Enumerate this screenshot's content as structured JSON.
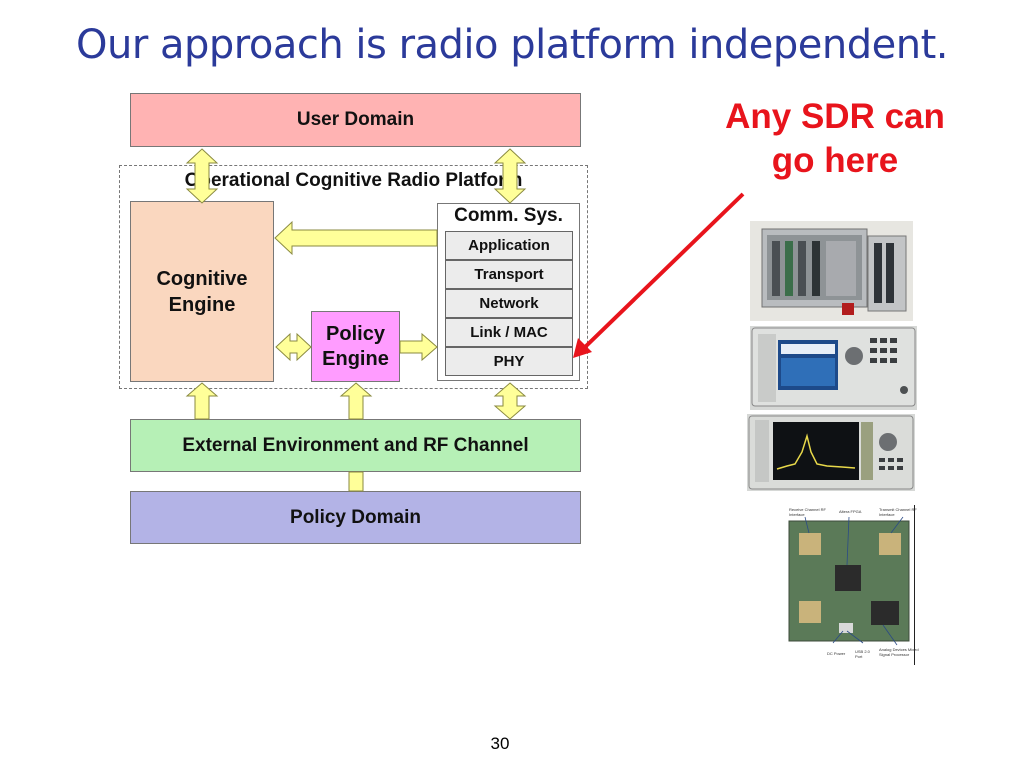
{
  "slide": {
    "title": "Our approach is radio platform independent.",
    "page_number": "30"
  },
  "diagram": {
    "user_domain": "User Domain",
    "platform_label": "Operational Cognitive Radio Platform",
    "cognitive_engine": [
      "Cognitive",
      "Engine"
    ],
    "policy_engine": [
      "Policy",
      "Engine"
    ],
    "comm_sys": {
      "label": "Comm. Sys.",
      "layers": [
        "Application",
        "Transport",
        "Network",
        "Link / MAC",
        "PHY"
      ]
    },
    "external_env": "External Environment and RF Channel",
    "policy_domain": "Policy Domain"
  },
  "callout": {
    "lines": [
      "Any SDR can",
      "go here"
    ],
    "color": "#e8141c"
  },
  "photo_board_labels": {
    "rx": "Receive Channel RF Interface",
    "fpga": "Altera FPGA",
    "tx": "Transmit Channel RF Interface",
    "dc": "DC Power",
    "usb": "USB 2.0 Port",
    "adi": "Analog Devices Mixed Signal Processor"
  },
  "colors": {
    "title": "#2b3a9a",
    "arrow_fill": "#ffff99",
    "user_domain": "#ffb3b3",
    "cognitive_engine": "#fad7bf",
    "policy_engine": "#ff9cff",
    "external_env": "#b6f0b6",
    "policy_domain": "#b3b3e6"
  }
}
